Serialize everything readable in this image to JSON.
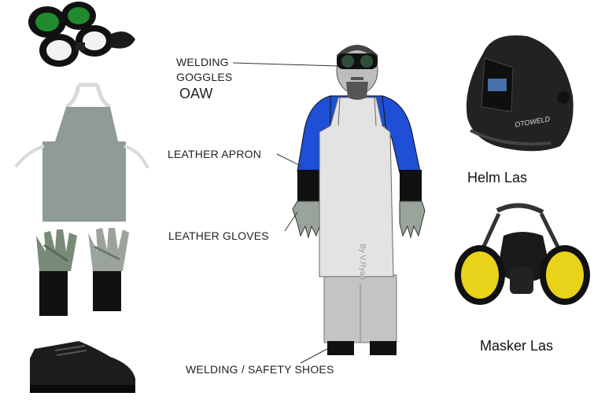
{
  "labels": {
    "goggles_line1": "WELDING",
    "goggles_line2": "GOGGLES",
    "goggles_sub": "OAW",
    "apron": "LEATHER APRON",
    "gloves": "LEATHER GLOVES",
    "shoes": "WELDING / SAFETY SHOES",
    "helmet": "Helm Las",
    "mask": "Masker Las",
    "credit": "By V.Ryan",
    "helmet_brand": "OTOWELD"
  },
  "colors": {
    "sleeve_blue": "#1f4fd6",
    "apron_grey": "#e3e3e3",
    "trouser_grey": "#c4c4c4",
    "cuff_black": "#111111",
    "goggle_green": "#1f8a2e",
    "mask_yellow": "#e8d21a",
    "apron_icon_grey": "#8f9a99"
  },
  "icons": {
    "goggles": "welding-goggles-icon",
    "apron": "leather-apron-icon",
    "gloves": "leather-gloves-icon",
    "shoe": "safety-shoe-icon",
    "helmet": "welding-helmet-icon",
    "mask": "respirator-mask-icon"
  }
}
